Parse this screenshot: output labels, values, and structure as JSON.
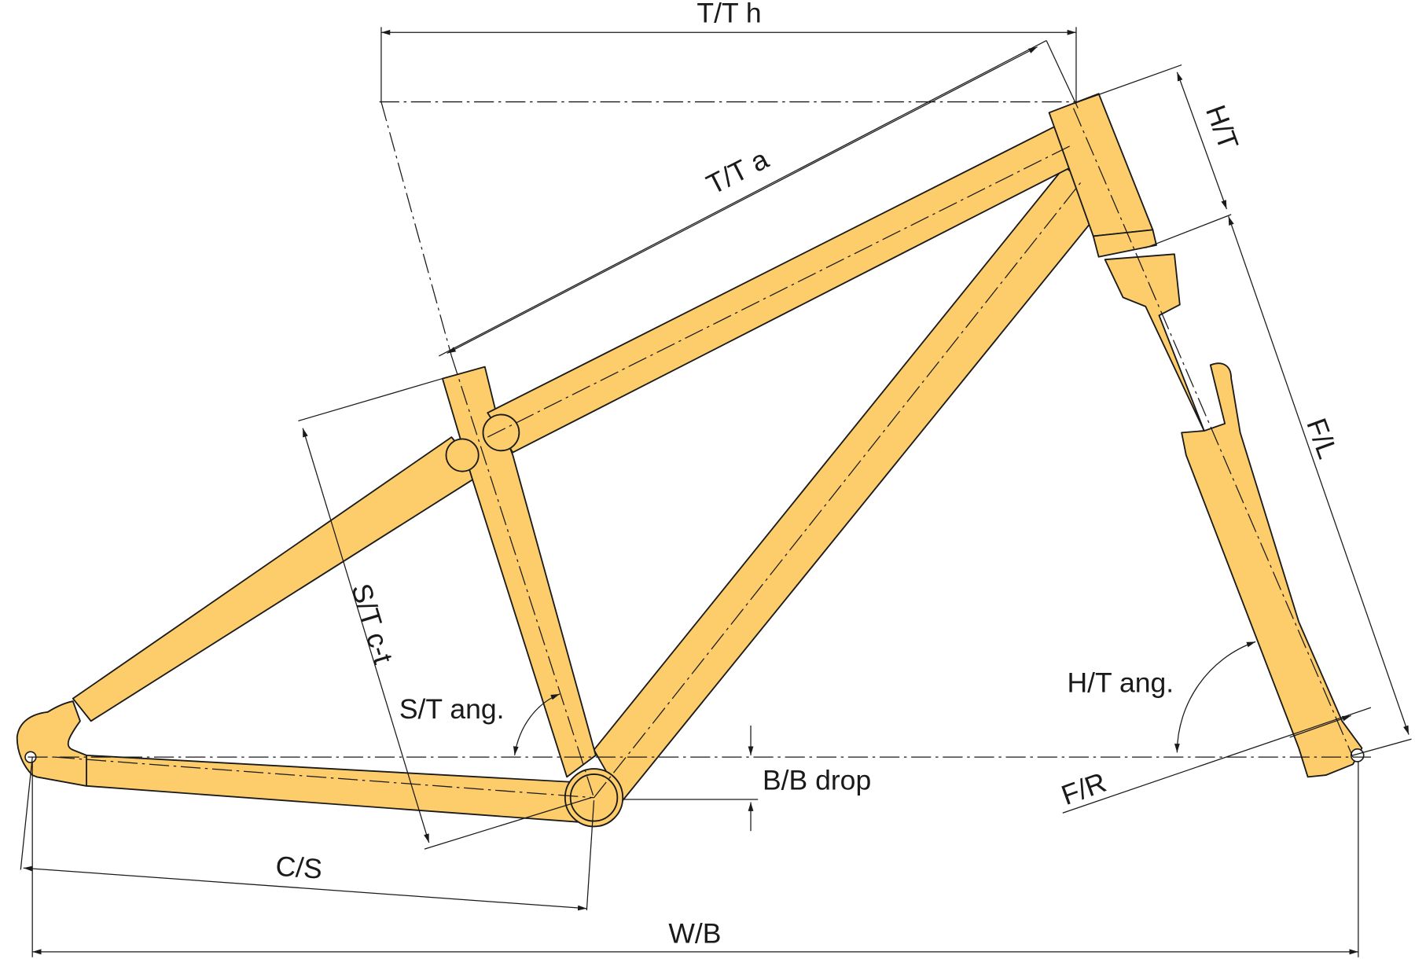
{
  "title": "Bicycle frame geometry",
  "colors": {
    "frame": "#FDCD6B",
    "line": "#1a1a1a"
  },
  "labels": {
    "tt_h": "T/T h",
    "tt_a": "T/T a",
    "ht": "H/T",
    "fl": "F/L",
    "st_ct": "S/T c-t",
    "st_ang": "S/T ang.",
    "ht_ang": "H/T ang.",
    "bb_drop": "B/B drop",
    "fr": "F/R",
    "cs": "C/S",
    "wb": "W/B"
  }
}
